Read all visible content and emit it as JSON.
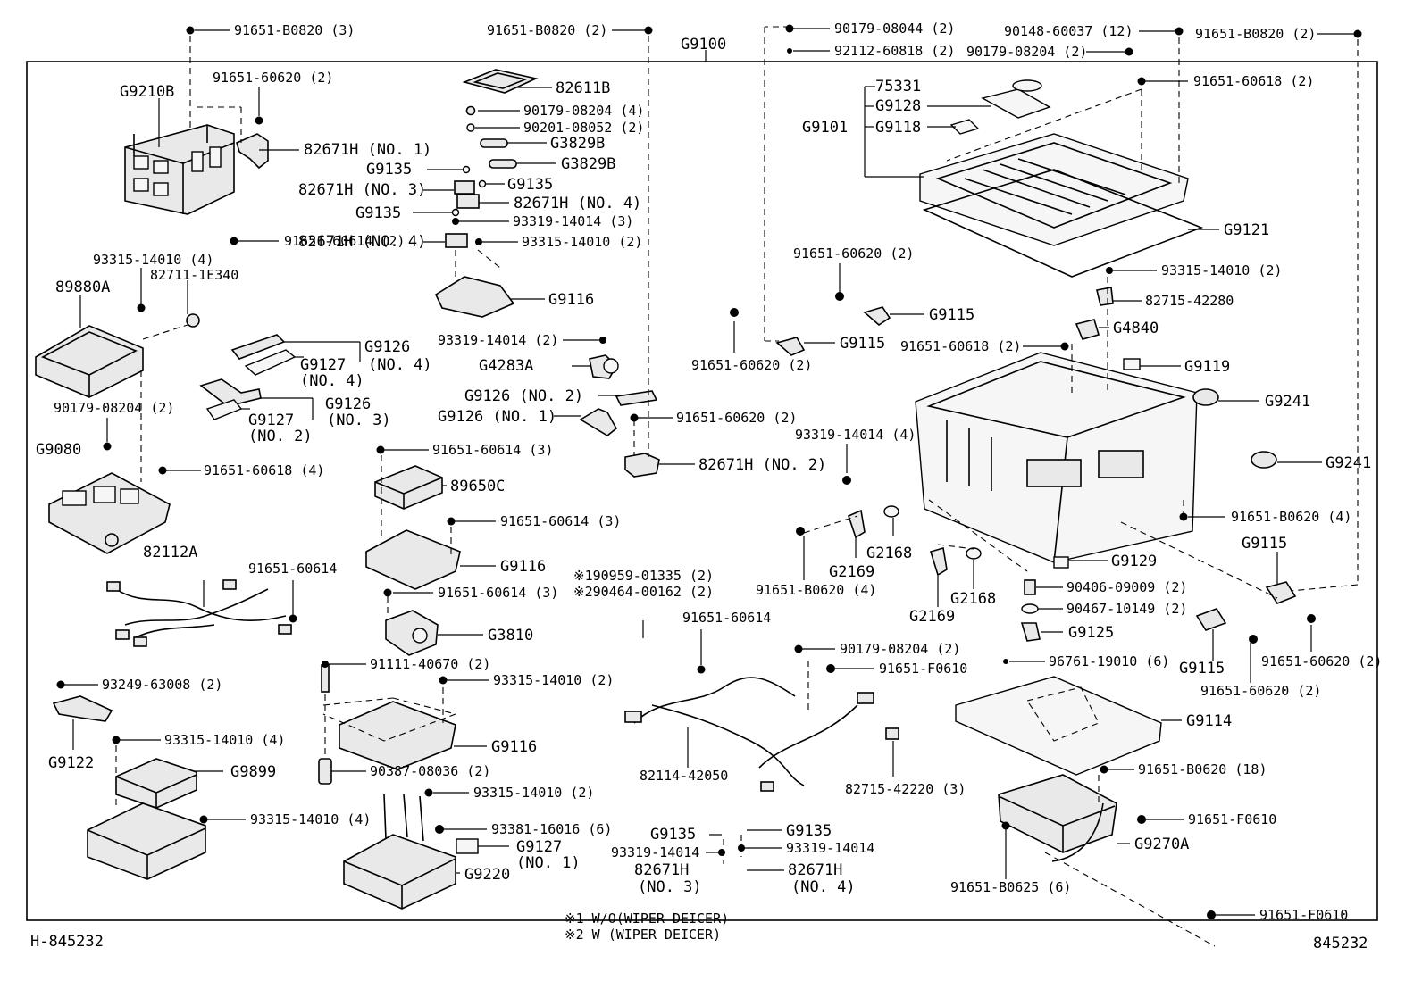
{
  "diagram": {
    "group_label": "G9100",
    "footnotes": [
      "※1 W/O(WIPER DEICER)",
      "※2 W (WIPER DEICER)"
    ],
    "code_left": "H-845232",
    "code_right": "845232"
  },
  "labels": [
    {
      "text": "91651-B0820 (3)"
    },
    {
      "text": "91651-B0820 (2)"
    },
    {
      "text": "G9100"
    },
    {
      "text": "90179-08044 (2)"
    },
    {
      "text": "92112-60818 (2)"
    },
    {
      "text": "90148-60037 (12)"
    },
    {
      "text": "90179-08204 (2)"
    },
    {
      "text": "91651-B0820 (2)"
    },
    {
      "text": "91651-60620 (2)"
    },
    {
      "text": "G9210B"
    },
    {
      "text": "82671H (NO. 1)"
    },
    {
      "text": "82611B"
    },
    {
      "text": "90179-08204 (4)"
    },
    {
      "text": "90201-08052 (2)"
    },
    {
      "text": "G3829B"
    },
    {
      "text": "G3829B"
    },
    {
      "text": "G9135"
    },
    {
      "text": "G9135"
    },
    {
      "text": "82671H (NO. 3)"
    },
    {
      "text": "82671H (NO. 4)"
    },
    {
      "text": "G9135"
    },
    {
      "text": "93319-14014 (3)"
    },
    {
      "text": "82671H (NO. 4)"
    },
    {
      "text": "93315-14010 (2)"
    },
    {
      "text": "G9116"
    },
    {
      "text": "75331"
    },
    {
      "text": "G9128"
    },
    {
      "text": "G9101"
    },
    {
      "text": "G9118"
    },
    {
      "text": "91651-60618 (2)"
    },
    {
      "text": "G9121"
    },
    {
      "text": "93315-14010 (4)"
    },
    {
      "text": "82711-1E340"
    },
    {
      "text": "89880A"
    },
    {
      "text": "91651-60614 (2)"
    },
    {
      "text": "G9126"
    },
    {
      "text": "(NO. 4)"
    },
    {
      "text": "G9127"
    },
    {
      "text": "(NO. 4)"
    },
    {
      "text": "G9126"
    },
    {
      "text": "(NO. 3)"
    },
    {
      "text": "G9127"
    },
    {
      "text": "(NO. 2)"
    },
    {
      "text": "90179-08204 (2)"
    },
    {
      "text": "G9080"
    },
    {
      "text": "91651-60618 (4)"
    },
    {
      "text": "93319-14014 (2)"
    },
    {
      "text": "G4283A"
    },
    {
      "text": "G9126 (NO. 2)"
    },
    {
      "text": "G9126 (NO. 1)"
    },
    {
      "text": "91651-60620 (2)"
    },
    {
      "text": "82671H (NO. 2)"
    },
    {
      "text": "91651-60614 (3)"
    },
    {
      "text": "89650C"
    },
    {
      "text": "91651-60614 (3)"
    },
    {
      "text": "G9116"
    },
    {
      "text": "91651-60620 (2)"
    },
    {
      "text": "G9115"
    },
    {
      "text": "91651-60620 (2)"
    },
    {
      "text": "G9115"
    },
    {
      "text": "93315-14010 (2)"
    },
    {
      "text": "82715-42280"
    },
    {
      "text": "G4840"
    },
    {
      "text": "91651-60618 (2)"
    },
    {
      "text": "G9119"
    },
    {
      "text": "G9241"
    },
    {
      "text": "93319-14014 (4)"
    },
    {
      "text": "G9241"
    },
    {
      "text": "91651-B0620 (4)"
    },
    {
      "text": "G9115"
    },
    {
      "text": "82112A"
    },
    {
      "text": "91651-60614"
    },
    {
      "text": "91651-60614 (3)"
    },
    {
      "text": "G3810"
    },
    {
      "text": "※190959-01335 (2)"
    },
    {
      "text": "※290464-00162 (2)"
    },
    {
      "text": "91651-60614"
    },
    {
      "text": "G2168"
    },
    {
      "text": "G2169"
    },
    {
      "text": "91651-B0620 (4)"
    },
    {
      "text": "G2168"
    },
    {
      "text": "G2169"
    },
    {
      "text": "G9129"
    },
    {
      "text": "90406-09009 (2)"
    },
    {
      "text": "90467-10149 (2)"
    },
    {
      "text": "G9125"
    },
    {
      "text": "G9115"
    },
    {
      "text": "91651-60620 (2)"
    },
    {
      "text": "91651-60620 (2)"
    },
    {
      "text": "93249-63008 (2)"
    },
    {
      "text": "91111-40670 (2)"
    },
    {
      "text": "93315-14010 (2)"
    },
    {
      "text": "90179-08204 (2)"
    },
    {
      "text": "91651-F0610"
    },
    {
      "text": "96761-19010 (6)"
    },
    {
      "text": "G9122"
    },
    {
      "text": "93315-14010 (4)"
    },
    {
      "text": "G9899"
    },
    {
      "text": "G9116"
    },
    {
      "text": "G9114"
    },
    {
      "text": "90387-08036 (2)"
    },
    {
      "text": "82114-42050"
    },
    {
      "text": "82715-42220 (3)"
    },
    {
      "text": "91651-B0620 (18)"
    },
    {
      "text": "93315-14010 (2)"
    },
    {
      "text": "93315-14010 (4)"
    },
    {
      "text": "93381-16016 (6)"
    },
    {
      "text": "G9127"
    },
    {
      "text": "(NO. 1)"
    },
    {
      "text": "G9220"
    },
    {
      "text": "G9135"
    },
    {
      "text": "G9135"
    },
    {
      "text": "93319-14014"
    },
    {
      "text": "93319-14014"
    },
    {
      "text": "82671H"
    },
    {
      "text": "(NO. 3)"
    },
    {
      "text": "82671H"
    },
    {
      "text": "(NO. 4)"
    },
    {
      "text": "91651-F0610"
    },
    {
      "text": "G9270A"
    },
    {
      "text": "91651-B0625 (6)"
    },
    {
      "text": "91651-F0610"
    }
  ]
}
